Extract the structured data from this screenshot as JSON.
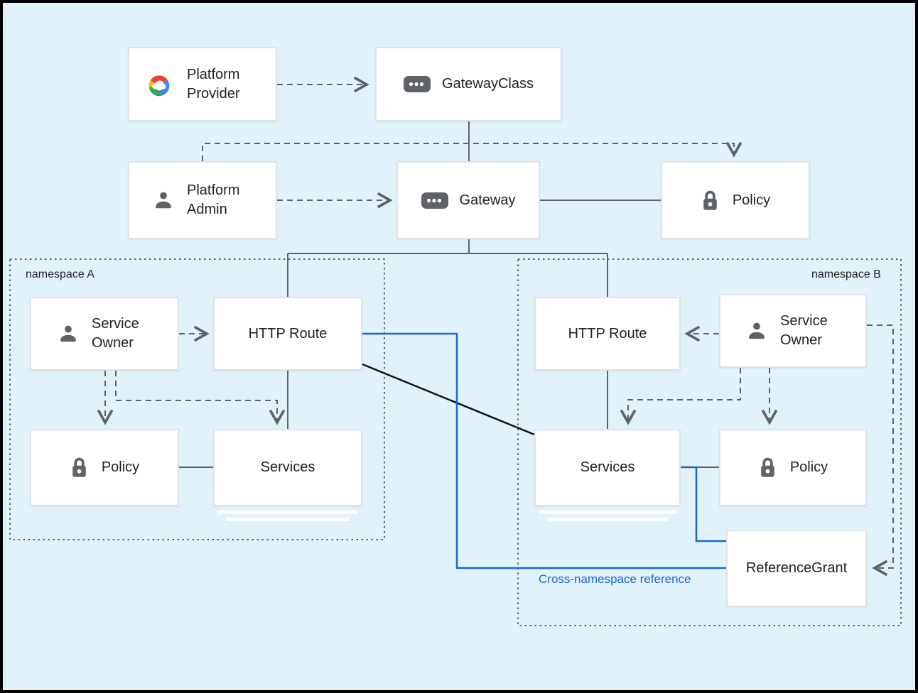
{
  "title": "Gateway API resource model diagram",
  "colors": {
    "background": "#E1F2FB",
    "frame": "#000000",
    "line_gray": "#5F6368",
    "line_blue": "#1967D2",
    "line_black": "#111111",
    "box_border": "#E0E2E6",
    "text": "#202124",
    "icon_gray": "#5F6368",
    "google_red": "#EA4335",
    "google_blue": "#4285F4",
    "google_green": "#34A853",
    "google_yellow": "#FBBC04"
  },
  "nodes": {
    "platform_provider": {
      "label": "Platform Provider",
      "icon": "google-cloud-icon"
    },
    "gateway_class": {
      "label": "GatewayClass",
      "icon": "resource-chip-icon"
    },
    "platform_admin": {
      "label": "Platform Admin",
      "icon": "person-icon"
    },
    "gateway": {
      "label": "Gateway",
      "icon": "resource-chip-icon"
    },
    "policy_top": {
      "label": "Policy",
      "icon": "lock-icon"
    },
    "service_owner_a": {
      "label": "Service Owner",
      "icon": "person-icon"
    },
    "http_route_a": {
      "label": "HTTP Route"
    },
    "policy_a": {
      "label": "Policy",
      "icon": "lock-icon"
    },
    "services_a": {
      "label": "Services"
    },
    "http_route_b": {
      "label": "HTTP Route"
    },
    "service_owner_b": {
      "label": "Service Owner",
      "icon": "person-icon"
    },
    "services_b": {
      "label": "Services"
    },
    "policy_b": {
      "label": "Policy",
      "icon": "lock-icon"
    },
    "reference_grant": {
      "label": "ReferenceGrant"
    }
  },
  "groups": {
    "namespace_a": {
      "label": "namespace A"
    },
    "namespace_b": {
      "label": "namespace B"
    }
  },
  "annotations": {
    "cross_namespace": {
      "label": "Cross-namespace reference",
      "color": "#1967D2"
    }
  }
}
